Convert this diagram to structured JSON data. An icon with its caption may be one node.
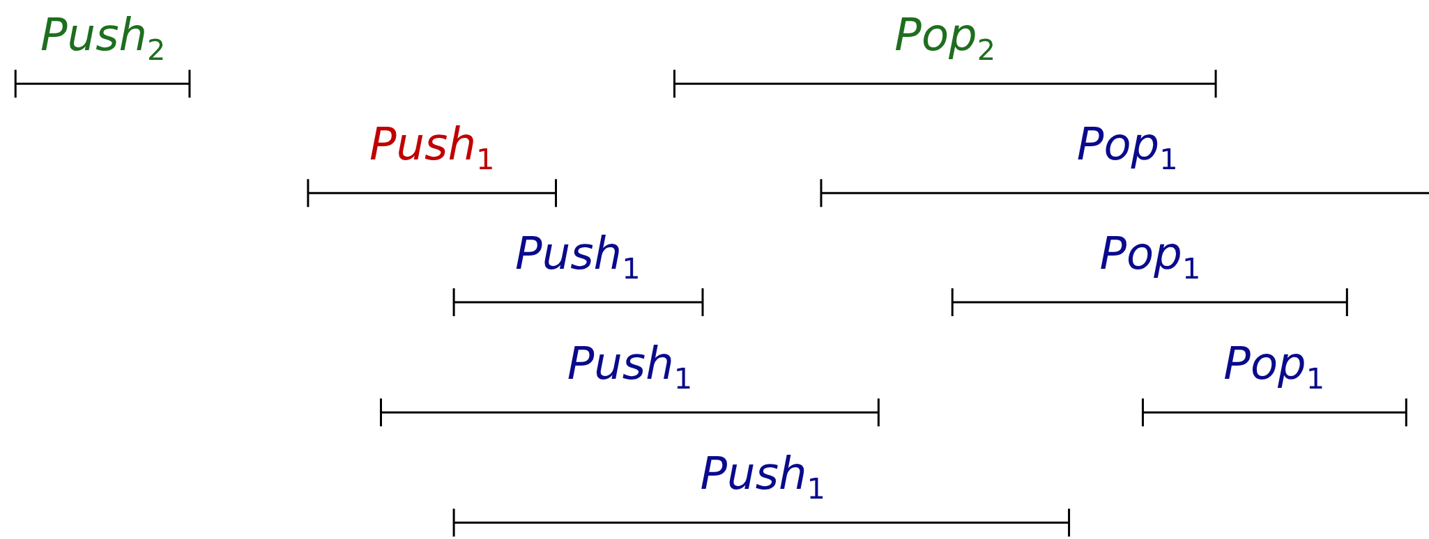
{
  "diagram": {
    "labels": [
      "Push$_{2}$",
      "Pop$_{2}$",
      "Push$_{1}$",
      "Pop$_{1}$",
      "Push$_{1}$",
      "Pop$_{1}$",
      "Push$_{1}$",
      "Pop$_{1}$",
      "Push$_{1}$"
    ]
  }
}
